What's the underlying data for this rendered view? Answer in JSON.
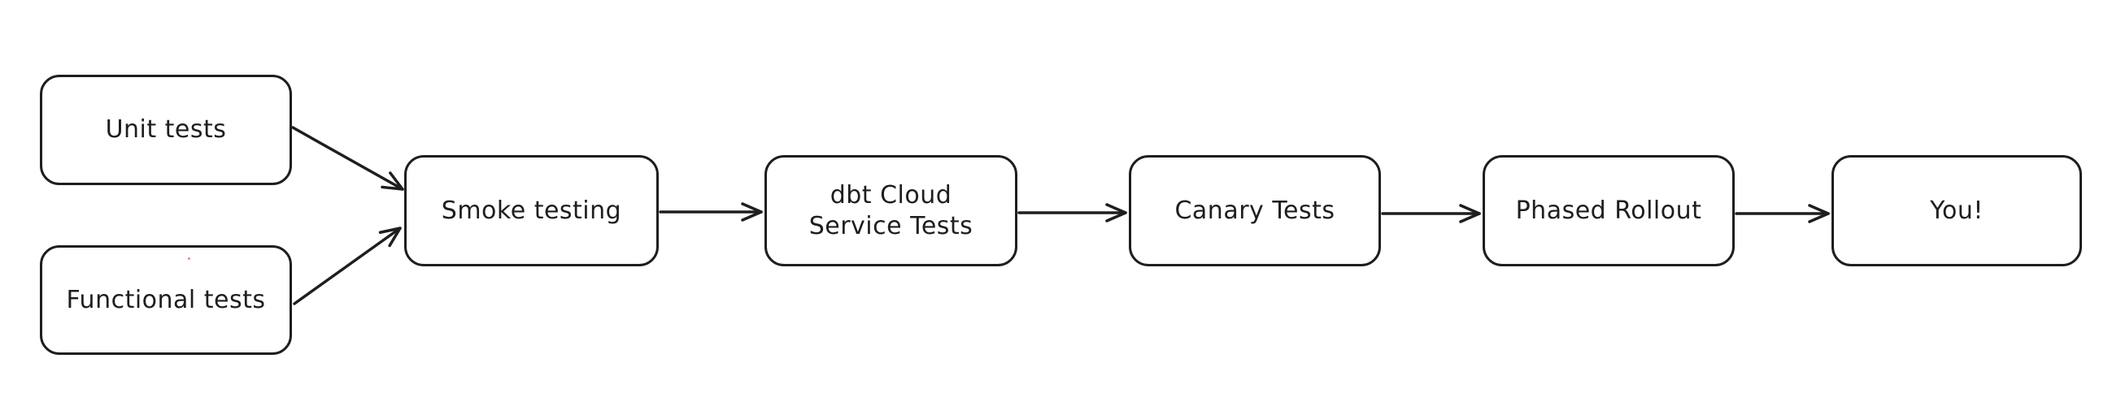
{
  "diagram": {
    "background_color": "#ffffff",
    "stroke_color": "#1e1e1e",
    "text_color": "#1e1e1e",
    "artifact_dot_color": "#e08a8a",
    "nodes": [
      {
        "id": "unit-tests",
        "label": "Unit tests"
      },
      {
        "id": "functional-tests",
        "label": "Functional tests"
      },
      {
        "id": "smoke-testing",
        "label": "Smoke testing"
      },
      {
        "id": "dbt-cloud-service-tests",
        "label": "dbt Cloud\nService Tests"
      },
      {
        "id": "canary-tests",
        "label": "Canary Tests"
      },
      {
        "id": "phased-rollout",
        "label": "Phased Rollout"
      },
      {
        "id": "you",
        "label": "You!"
      }
    ],
    "edges": [
      {
        "from": "unit-tests",
        "to": "smoke-testing"
      },
      {
        "from": "functional-tests",
        "to": "smoke-testing"
      },
      {
        "from": "smoke-testing",
        "to": "dbt-cloud-service-tests"
      },
      {
        "from": "dbt-cloud-service-tests",
        "to": "canary-tests"
      },
      {
        "from": "canary-tests",
        "to": "phased-rollout"
      },
      {
        "from": "phased-rollout",
        "to": "you"
      }
    ]
  }
}
